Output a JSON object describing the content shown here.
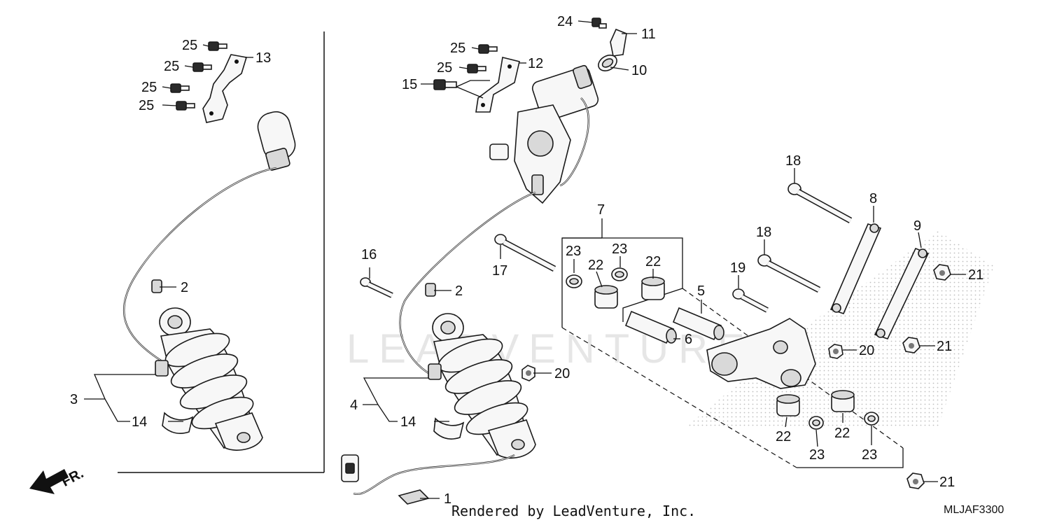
{
  "footer": {
    "credit": "Rendered by LeadVenture, Inc.",
    "code": "MLJAF3300"
  },
  "watermark": "LEADVENTURE",
  "direction": {
    "label": "FR."
  },
  "callouts": {
    "c1": "1",
    "c2a": "2",
    "c2b": "2",
    "c3": "3",
    "c4": "4",
    "c5": "5",
    "c6": "6",
    "c7": "7",
    "c8": "8",
    "c9": "9",
    "c10": "10",
    "c11": "11",
    "c12": "12",
    "c13": "13",
    "c14a": "14",
    "c14b": "14",
    "c15": "15",
    "c16": "16",
    "c17": "17",
    "c18a": "18",
    "c18b": "18",
    "c19": "19",
    "c20a": "20",
    "c20b": "20",
    "c21a": "21",
    "c21b": "21",
    "c21c": "21",
    "c22a": "22",
    "c22b": "22",
    "c22c": "22",
    "c22d": "22",
    "c23a": "23",
    "c23b": "23",
    "c23c": "23",
    "c23d": "23",
    "c24": "24",
    "c25a": "25",
    "c25b": "25",
    "c25c": "25",
    "c25d": "25",
    "c25e": "25",
    "c25f": "25"
  }
}
